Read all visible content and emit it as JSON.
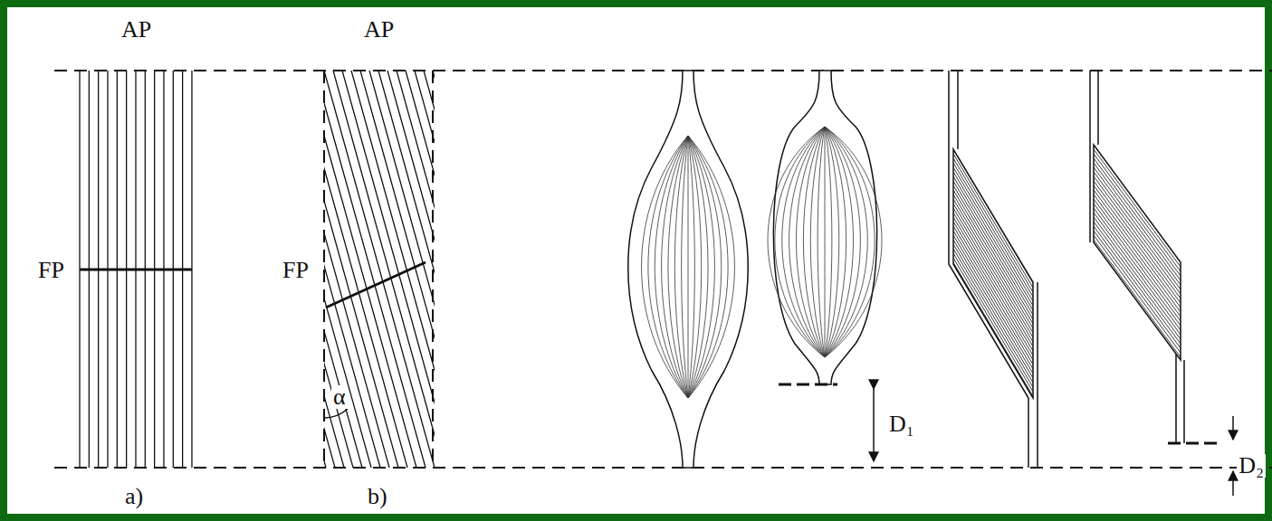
{
  "diagram": {
    "labels": [
      "AP",
      "AP",
      "FP",
      "FP",
      "α",
      "a)",
      "b)",
      "D₁",
      "D₂"
    ]
  }
}
